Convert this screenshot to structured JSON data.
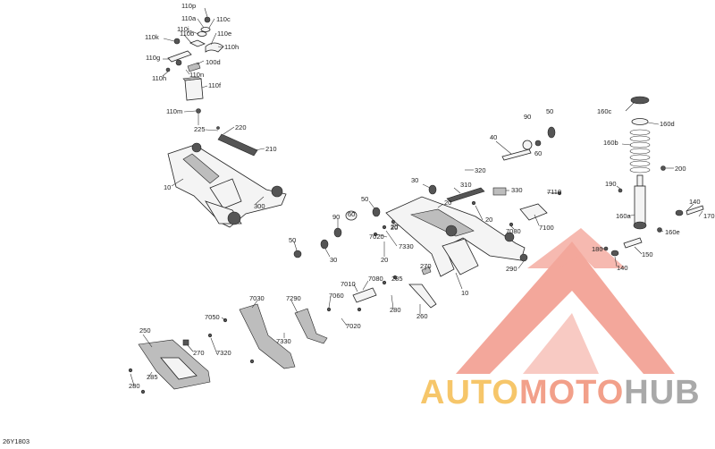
{
  "diagram": {
    "doc_code": "26Y1803",
    "logo": {
      "part1": "AUTO",
      "part2": "MOTO",
      "part3": "HUB"
    },
    "labels": [
      {
        "id": "l110p",
        "text": "110p"
      },
      {
        "id": "l110a",
        "text": "110a"
      },
      {
        "id": "l110c",
        "text": "110c"
      },
      {
        "id": "l110j",
        "text": "110j"
      },
      {
        "id": "l110k",
        "text": "110k"
      },
      {
        "id": "l110b",
        "text": "110b"
      },
      {
        "id": "l110e",
        "text": "110e"
      },
      {
        "id": "l110h_top",
        "text": "110h"
      },
      {
        "id": "l110g",
        "text": "110g"
      },
      {
        "id": "l100d",
        "text": "100d"
      },
      {
        "id": "l110n",
        "text": "110n"
      },
      {
        "id": "l110h",
        "text": "110h"
      },
      {
        "id": "l110f",
        "text": "110f"
      },
      {
        "id": "l110m",
        "text": "110m"
      },
      {
        "id": "l225",
        "text": "225"
      },
      {
        "id": "l220",
        "text": "220"
      },
      {
        "id": "l210",
        "text": "210"
      },
      {
        "id": "l10a",
        "text": "10"
      },
      {
        "id": "l300",
        "text": "300"
      },
      {
        "id": "l40",
        "text": "40"
      },
      {
        "id": "l90a",
        "text": "90"
      },
      {
        "id": "l50a",
        "text": "50"
      },
      {
        "id": "l60a",
        "text": "60"
      },
      {
        "id": "l320",
        "text": "320"
      },
      {
        "id": "l310",
        "text": "310"
      },
      {
        "id": "l30a",
        "text": "30"
      },
      {
        "id": "l330",
        "text": "330"
      },
      {
        "id": "l20a",
        "text": "20"
      },
      {
        "id": "l50b",
        "text": "50"
      },
      {
        "id": "l90b",
        "text": "90"
      },
      {
        "id": "l60b",
        "text": "60"
      },
      {
        "id": "l20b",
        "text": "20"
      },
      {
        "id": "l7020a",
        "text": "7020"
      },
      {
        "id": "l7330a",
        "text": "7330"
      },
      {
        "id": "l20c",
        "text": "20"
      },
      {
        "id": "l20d",
        "text": "20"
      },
      {
        "id": "l7080a",
        "text": "7080"
      },
      {
        "id": "l7110",
        "text": "7110"
      },
      {
        "id": "l7100",
        "text": "7100"
      },
      {
        "id": "l50c",
        "text": "50"
      },
      {
        "id": "l30b",
        "text": "30"
      },
      {
        "id": "l20e",
        "text": "20"
      },
      {
        "id": "l10b",
        "text": "10"
      },
      {
        "id": "l160c",
        "text": "160c"
      },
      {
        "id": "l160d",
        "text": "160d"
      },
      {
        "id": "l160b",
        "text": "160b"
      },
      {
        "id": "l200",
        "text": "200"
      },
      {
        "id": "l190",
        "text": "190"
      },
      {
        "id": "l140a",
        "text": "140"
      },
      {
        "id": "l170",
        "text": "170"
      },
      {
        "id": "l160a",
        "text": "160a"
      },
      {
        "id": "l160e",
        "text": "160e"
      },
      {
        "id": "l180",
        "text": "180"
      },
      {
        "id": "l150",
        "text": "150"
      },
      {
        "id": "l140b",
        "text": "140"
      },
      {
        "id": "l290",
        "text": "290"
      },
      {
        "id": "l270a",
        "text": "270"
      },
      {
        "id": "l285a",
        "text": "285"
      },
      {
        "id": "l7080b",
        "text": "7080"
      },
      {
        "id": "l7010",
        "text": "7010"
      },
      {
        "id": "l7060",
        "text": "7060"
      },
      {
        "id": "l7020b",
        "text": "7020"
      },
      {
        "id": "l280a",
        "text": "280"
      },
      {
        "id": "l260",
        "text": "260"
      },
      {
        "id": "l7030",
        "text": "7030"
      },
      {
        "id": "l7290",
        "text": "7290"
      },
      {
        "id": "l7050",
        "text": "7050"
      },
      {
        "id": "l7330b",
        "text": "7330"
      },
      {
        "id": "l250",
        "text": "250"
      },
      {
        "id": "l270b",
        "text": "270"
      },
      {
        "id": "l7320",
        "text": "7320"
      },
      {
        "id": "l285b",
        "text": "285"
      },
      {
        "id": "l280b",
        "text": "280"
      }
    ]
  },
  "colors": {
    "logo_red": "#f08a7a",
    "logo_yellow": "#f6c66a",
    "logo_gray": "#a9a9a9"
  }
}
